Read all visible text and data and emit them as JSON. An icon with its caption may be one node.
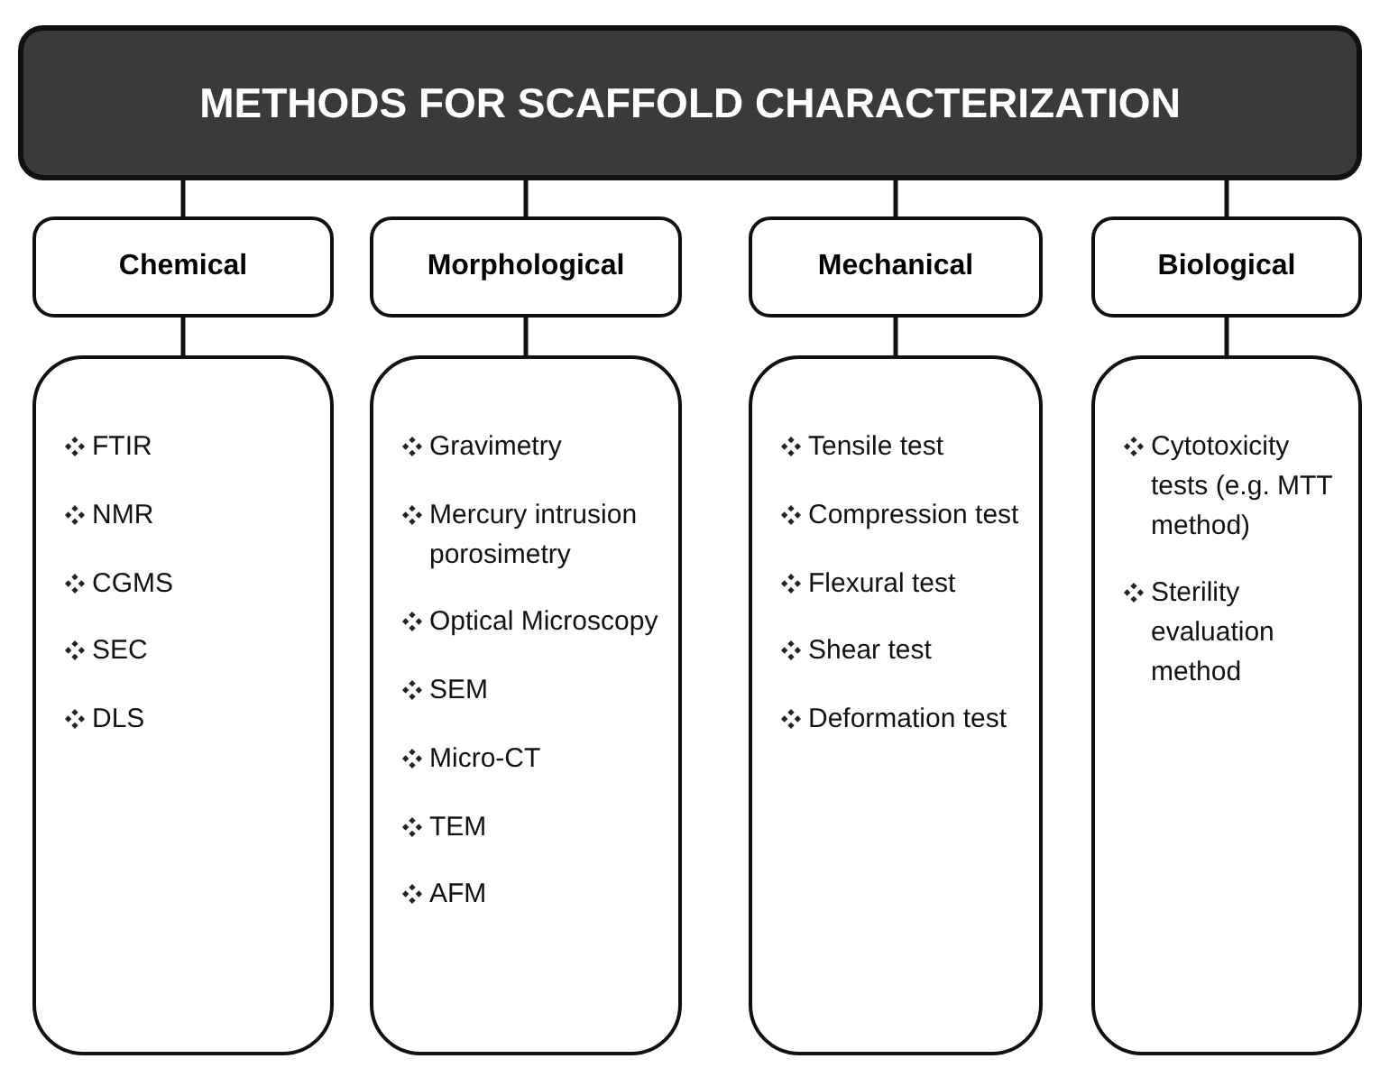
{
  "diagram": {
    "nodes": [
      {
        "text": [
          "METHODS FOR SCAFFOLD CHARACTERIZATION"
        ]
      },
      {
        "text": [
          "Chemical"
        ]
      },
      {
        "text": [
          "Morphological"
        ]
      },
      {
        "text": [
          "Mechanical"
        ]
      },
      {
        "text": [
          "Biological"
        ]
      },
      {
        "text": [
          "FTIR",
          "NMR",
          "CGMS",
          "SEC",
          "DLS"
        ]
      },
      {
        "text": [
          "Gravimetry",
          "Mercury intrusion porosimetry",
          "Optical Microscopy",
          "SEM",
          "Micro-CT",
          "TEM",
          "AFM"
        ]
      },
      {
        "text": [
          "Tensile test",
          "Compression test",
          "Flexural test",
          "Shear test",
          "Deformation test"
        ]
      },
      {
        "text": [
          "Cytotoxicity tests (e.g. MTT method)",
          "Sterility evaluation method"
        ]
      }
    ],
    "edges": [
      {
        "from": 0,
        "to": 1,
        "arrow": "none"
      },
      {
        "from": 0,
        "to": 2,
        "arrow": "none"
      },
      {
        "from": 0,
        "to": 3,
        "arrow": "none"
      },
      {
        "from": 0,
        "to": 4,
        "arrow": "none"
      },
      {
        "from": 1,
        "to": 5,
        "arrow": "none"
      },
      {
        "from": 2,
        "to": 6,
        "arrow": "none"
      },
      {
        "from": 3,
        "to": 7,
        "arrow": "none"
      },
      {
        "from": 4,
        "to": 8,
        "arrow": "none"
      }
    ]
  }
}
